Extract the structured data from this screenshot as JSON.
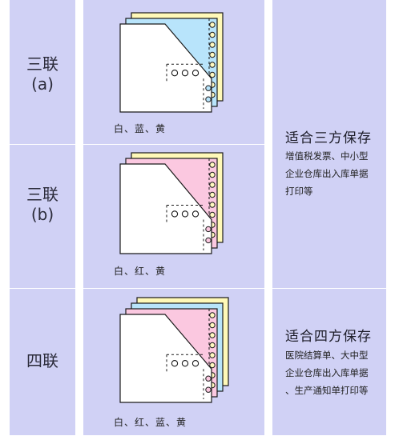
{
  "tiers": [
    {
      "label_main": "三联",
      "label_sub": "(a)",
      "caption": "白、蓝、黄",
      "sheet_colors": [
        "#ffffff",
        "#b8e4fb",
        "#fff9b8"
      ]
    },
    {
      "label_main": "三联",
      "label_sub": "(b)",
      "caption": "白、红、黄",
      "sheet_colors": [
        "#ffffff",
        "#fbc8e0",
        "#fff9b8"
      ]
    },
    {
      "label_main": "四联",
      "caption": "白、红、蓝、黄",
      "sheet_colors": [
        "#ffffff",
        "#fbc8e0",
        "#b8e4fb",
        "#fff9b8"
      ]
    }
  ],
  "descriptions": [
    {
      "title": "适合三方保存",
      "lines": [
        "增值税发票、中小型",
        "企业仓库出入库单据",
        "打印等"
      ]
    },
    {
      "title": "适合四方保存",
      "lines": [
        "医院结算单、大中型",
        "企业仓库出入库单据",
        "、生产通知单打印等"
      ]
    }
  ],
  "colors": {
    "panel": "#d0d1f5",
    "stroke": "#1a1a1a"
  }
}
